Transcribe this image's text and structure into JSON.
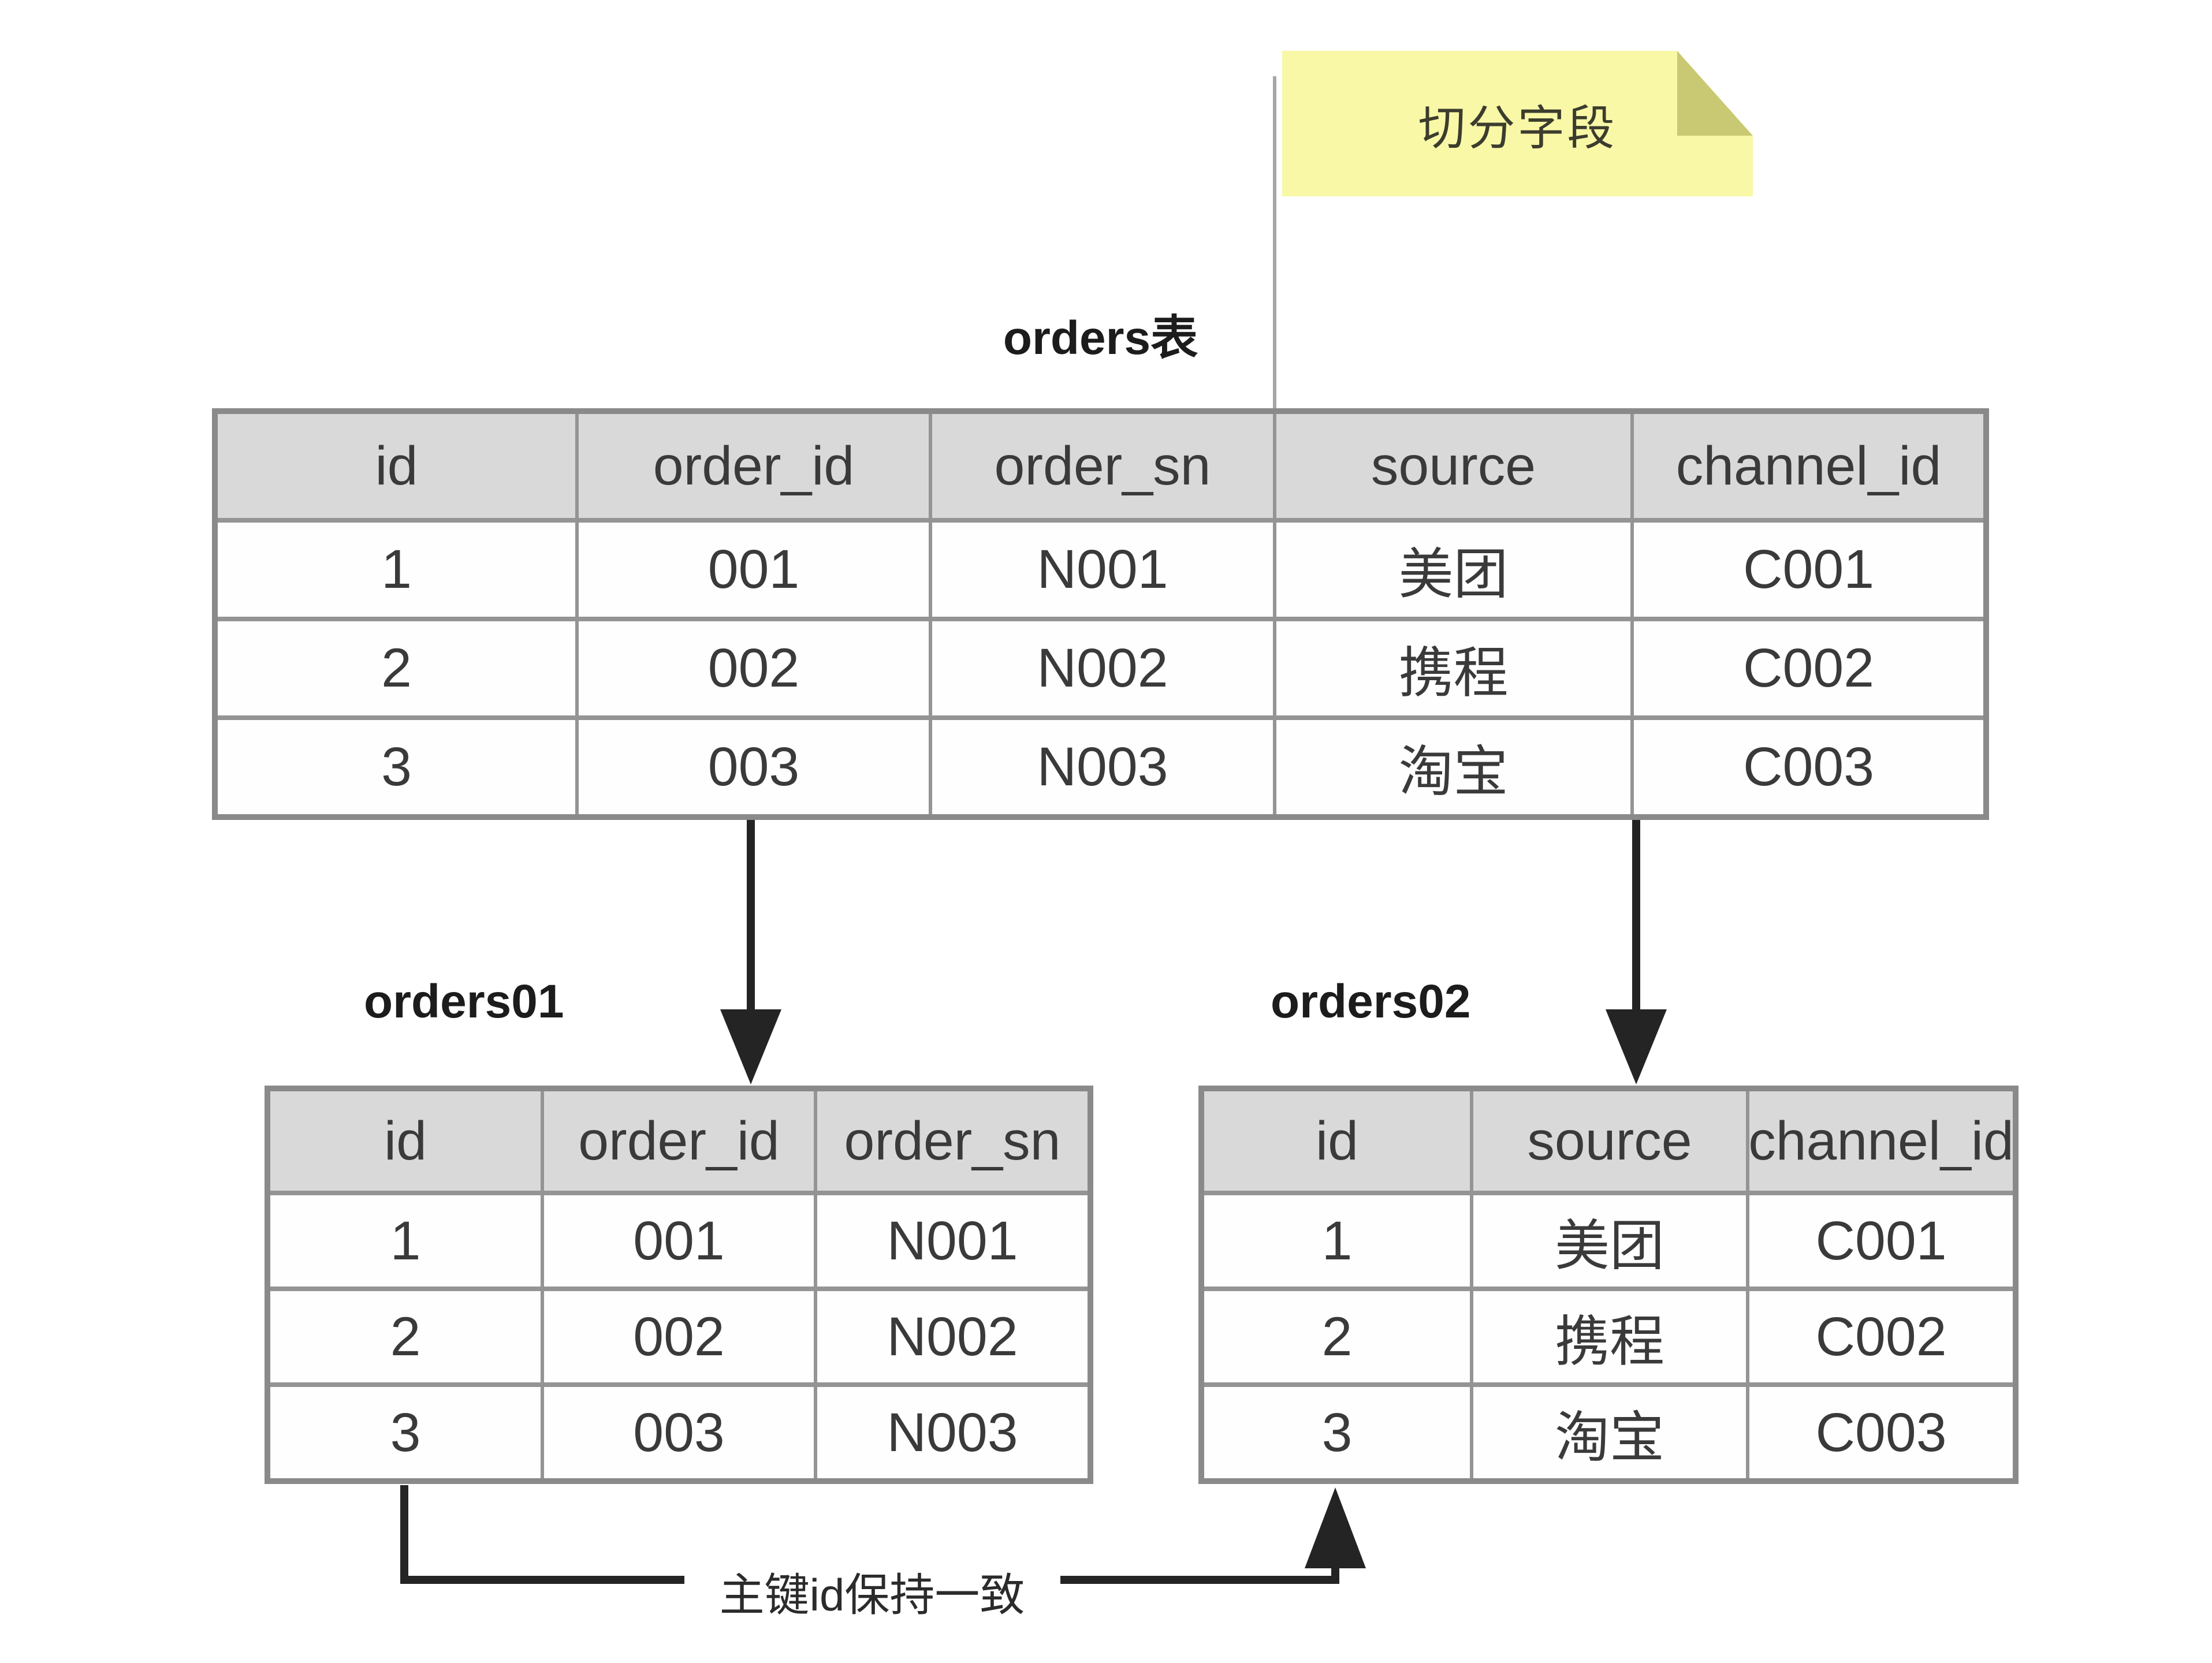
{
  "note": {
    "text": "切分字段"
  },
  "main_table": {
    "title": "orders表",
    "headers": [
      "id",
      "order_id",
      "order_sn",
      "source",
      "channel_id"
    ],
    "rows": [
      [
        "1",
        "001",
        "N001",
        "美团",
        "C001"
      ],
      [
        "2",
        "002",
        "N002",
        "携程",
        "C002"
      ],
      [
        "3",
        "003",
        "N003",
        "淘宝",
        "C003"
      ]
    ]
  },
  "left_table": {
    "title": "orders01",
    "headers": [
      "id",
      "order_id",
      "order_sn"
    ],
    "rows": [
      [
        "1",
        "001",
        "N001"
      ],
      [
        "2",
        "002",
        "N002"
      ],
      [
        "3",
        "003",
        "N003"
      ]
    ]
  },
  "right_table": {
    "title": "orders02",
    "headers": [
      "id",
      "source",
      "channel_id"
    ],
    "rows": [
      [
        "1",
        "美团",
        "C001"
      ],
      [
        "2",
        "携程",
        "C002"
      ],
      [
        "3",
        "淘宝",
        "C003"
      ]
    ]
  },
  "connector": {
    "label": "主键id保持一致"
  },
  "colors": {
    "note_bg": "#f8f8a7",
    "note_fold": "#c9c973",
    "table_header_bg": "#d9d9d9",
    "table_border": "#8a8a8a",
    "grid_line": "#949494",
    "arrow": "#242424",
    "callout_line": "#a6a6a6",
    "text": "#3a3a3a"
  }
}
